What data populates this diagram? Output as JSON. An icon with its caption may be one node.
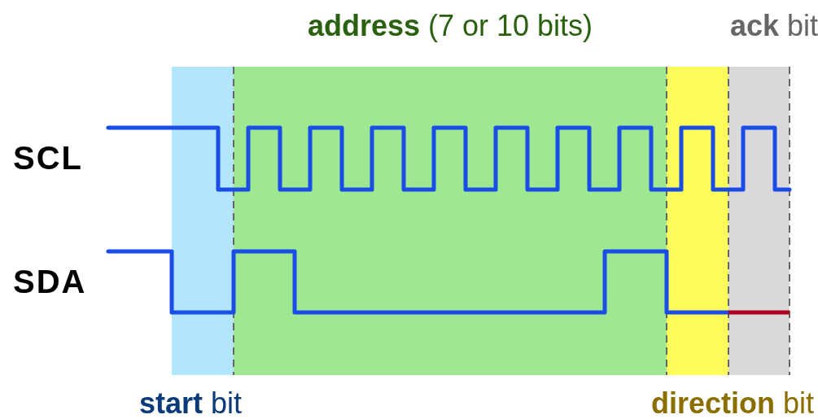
{
  "diagram": {
    "nodes": [
      {
        "text": [
          "**start** bit"
        ]
      },
      {
        "text": [
          "**address** (7 or 10 bits)"
        ]
      },
      {
        "text": [
          "**direction** bit"
        ]
      },
      {
        "text": [
          "**ack** bit"
        ]
      }
    ],
    "labels": [
      "SCL",
      "SDA"
    ]
  }
}
